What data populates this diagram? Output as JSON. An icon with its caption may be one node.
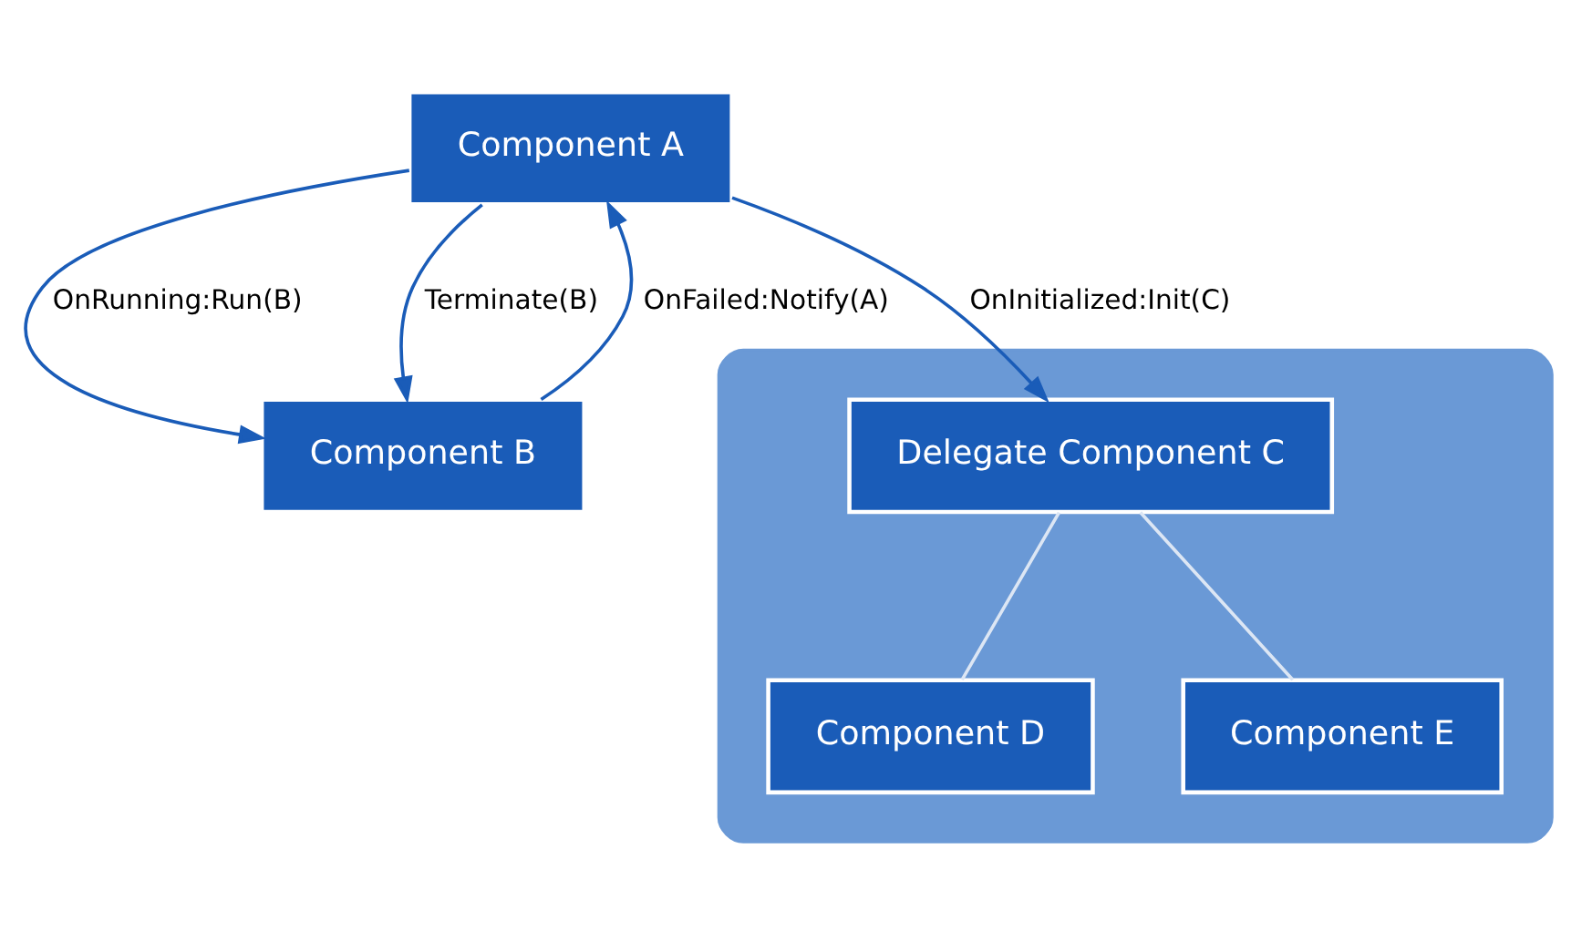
{
  "diagram": {
    "nodes": [
      {
        "text": [
          "Component A"
        ]
      },
      {
        "text": [
          "Component B"
        ]
      },
      {
        "text": [],
        "shape": "box"
      },
      {
        "text": [
          "Delegate Component C"
        ],
        "in": 2
      },
      {
        "text": [
          "Component D"
        ],
        "in": 2
      },
      {
        "text": [
          "Component E"
        ],
        "in": 2
      }
    ],
    "edges": [
      {
        "from": 0,
        "to": 1,
        "arrow": "to",
        "label": "OnRunning:Run(B)"
      },
      {
        "from": 0,
        "to": 1,
        "arrow": "to",
        "label": "Terminate(B)"
      },
      {
        "from": 1,
        "to": 0,
        "arrow": "to",
        "label": "OnFailed:Notify(A)"
      },
      {
        "from": 0,
        "to": 3,
        "arrow": "to",
        "label": "OnInitialized:Init(C)"
      },
      {
        "from": 3,
        "to": 4,
        "arrow": "none",
        "color": "#dce6f4"
      },
      {
        "from": 3,
        "to": 5,
        "arrow": "none",
        "color": "#dce6f4"
      }
    ]
  }
}
